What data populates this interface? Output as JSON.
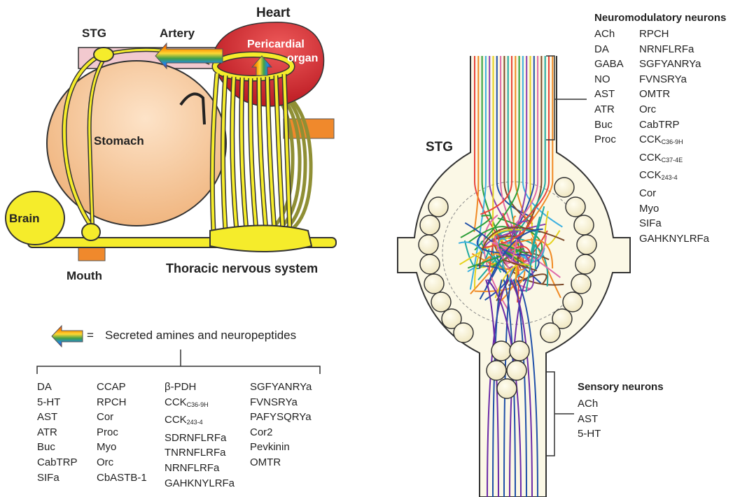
{
  "left_diagram": {
    "labels": {
      "heart": "Heart",
      "stg": "STG",
      "artery": "Artery",
      "pericardial_organ": "Pericardial",
      "pericardial_organ_2": "organ",
      "stomach": "Stomach",
      "brain": "Brain",
      "mouth": "Mouth",
      "thoracic": "Thoracic nervous system"
    },
    "colors": {
      "heart_fill": "#d92026",
      "stomach_fill": "#f6c99a",
      "nerve_fill": "#f5ec2b",
      "artery_fill": "#f2c9cf",
      "mouth_fill": "#f0892c",
      "coil_fill": "#9c9c3a"
    }
  },
  "legend": {
    "arrow_icon": "rainbow-arrow-icon",
    "equals": "=",
    "description": "Secreted amines and neuropeptides",
    "columns": [
      [
        {
          "t": "DA"
        },
        {
          "t": "5-HT"
        },
        {
          "t": "AST"
        },
        {
          "t": "ATR"
        },
        {
          "t": "Buc"
        },
        {
          "t": "CabTRP"
        },
        {
          "t": "SIFa"
        }
      ],
      [
        {
          "t": "CCAP"
        },
        {
          "t": "RPCH"
        },
        {
          "t": "Cor"
        },
        {
          "t": "Proc"
        },
        {
          "t": "Myo"
        },
        {
          "t": "Orc"
        },
        {
          "t": "CbASTB-1"
        }
      ],
      [
        {
          "t": "β-PDH"
        },
        {
          "t": "CCK",
          "s": "C36-9H"
        },
        {
          "t": "CCK",
          "s": "243-4"
        },
        {
          "t": "SDRNFLRFa"
        },
        {
          "t": "TNRNFLRFa"
        },
        {
          "t": "NRNFLRFa"
        },
        {
          "t": "GAHKNYLRFa"
        }
      ],
      [
        {
          "t": "SGFYANRYa"
        },
        {
          "t": "FVNSRYa"
        },
        {
          "t": "PAFYSQRYa"
        },
        {
          "t": "Cor2"
        },
        {
          "t": "Pevkinin"
        },
        {
          "t": "OMTR"
        }
      ]
    ]
  },
  "right_diagram": {
    "stg_label": "STG",
    "neuromodulatory_title": "Neuromodulatory neurons",
    "neuromodulatory_col1": [
      "ACh",
      "DA",
      "GABA",
      "NO",
      "AST",
      "ATR",
      "Buc",
      "Proc"
    ],
    "neuromodulatory_col2": [
      {
        "t": "RPCH"
      },
      {
        "t": "NRNFLRFa"
      },
      {
        "t": "SGFYANRYa"
      },
      {
        "t": "FVNSRYa"
      },
      {
        "t": "OMTR"
      },
      {
        "t": "Orc"
      },
      {
        "t": "CabTRP"
      },
      {
        "t": "CCK",
        "s": "C36-9H"
      },
      {
        "t": "CCK",
        "s": "C37-4E"
      },
      {
        "t": "CCK",
        "s": "243-4"
      },
      {
        "t": "Cor"
      },
      {
        "t": "Myo"
      },
      {
        "t": "SIFa"
      },
      {
        "t": "GAHKNYLRFa"
      }
    ],
    "sensory_title": "Sensory neurons",
    "sensory_items": [
      "ACh",
      "AST",
      "5-HT"
    ],
    "colors": {
      "ganglion_fill": "#fbf8e6",
      "cell_fill": "#fbf5d8",
      "neuron_palette": [
        "#e8453c",
        "#f08a24",
        "#2e9f3a",
        "#3cb0e0",
        "#8b3fb0",
        "#e6d21e",
        "#1f4fa8",
        "#e06aa8",
        "#7b4a2a",
        "#20a8a0"
      ]
    }
  }
}
